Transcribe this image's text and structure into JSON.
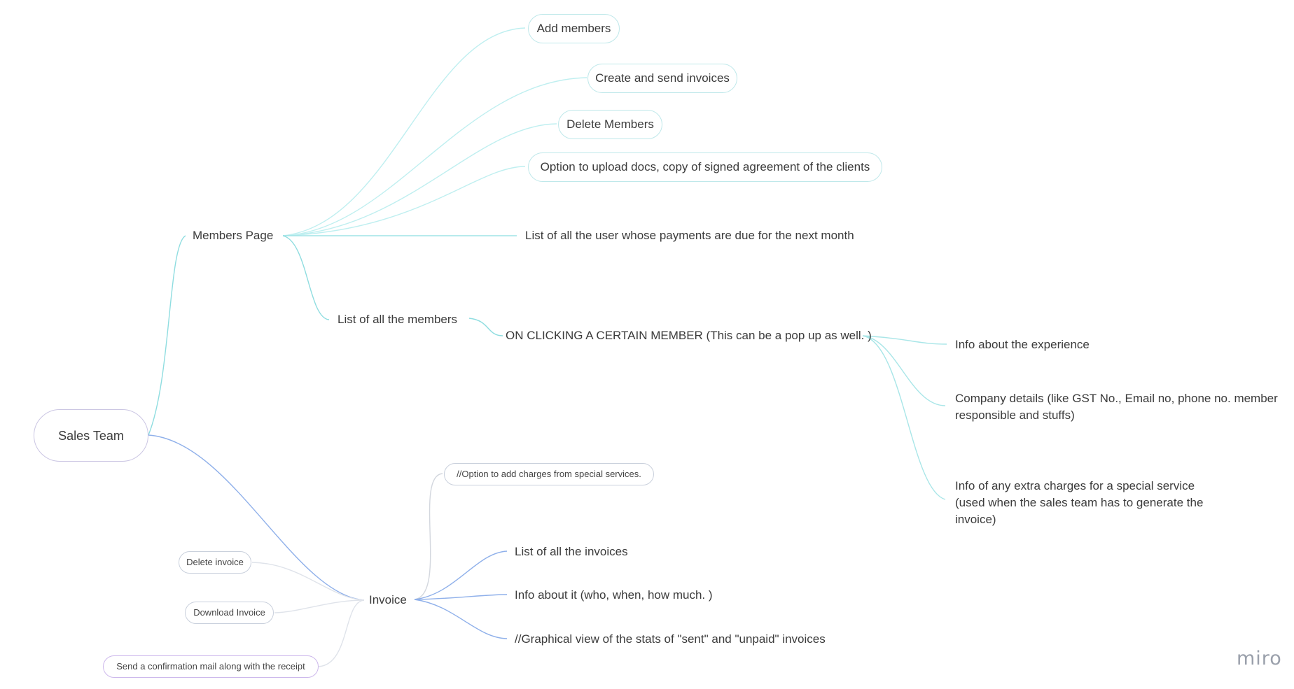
{
  "root": {
    "label": "Sales Team"
  },
  "members_page": {
    "label": "Members Page",
    "children": [
      "Add members",
      "Create and send invoices",
      "Delete Members",
      "Option to upload docs, copy of signed agreement of the clients",
      "List of all the user whose payments are due for the next month"
    ],
    "list_all_members": {
      "label": "List of all the members",
      "on_click": {
        "label": "ON CLICKING A CERTAIN MEMBER (This can be a pop up as well. )",
        "details": [
          "Info about the experience",
          "Company details (like GST No., Email no, phone no. member responsible and stuffs)",
          "Info of any extra charges for a special service (used when the sales team has to generate the invoice)"
        ]
      }
    }
  },
  "invoice": {
    "label": "Invoice",
    "right_children": [
      "//Option to add charges from special services.",
      "List of all the invoices",
      "Info about it (who, when, how much. )",
      "//Graphical view of the stats of \"sent\" and \"unpaid\" invoices"
    ],
    "left_children": [
      "Delete invoice",
      "Download Invoice",
      "Send a confirmation mail along with the receipt"
    ]
  },
  "branding": {
    "watermark": "miro"
  },
  "colors": {
    "members_branch": "#8fdde0",
    "invoice_branch": "#8fb0ea",
    "invoice_left": "#c7cfdf"
  }
}
